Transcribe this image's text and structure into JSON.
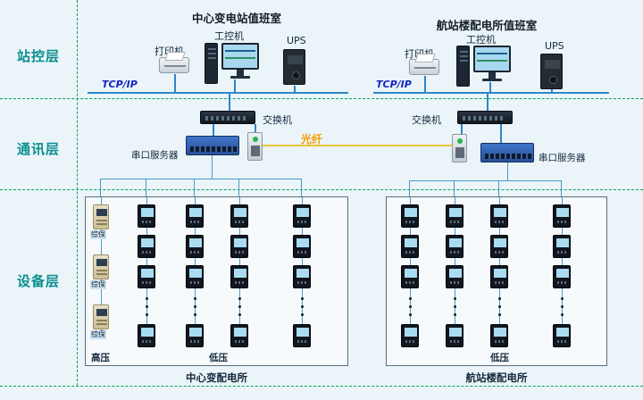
{
  "layers": {
    "station": "站控层",
    "comm": "通讯层",
    "device": "设备层"
  },
  "left_room": {
    "title": "中心变电站值班室",
    "pc_label": "工控机",
    "printer_label": "打印机",
    "ups_label": "UPS",
    "tcpip_label": "TCP/IP",
    "switch_label": "交换机",
    "serial_label": "串口服务器"
  },
  "right_room": {
    "title": "航站楼配电所值班室",
    "pc_label": "工控机",
    "printer_label": "打印机",
    "ups_label": "UPS",
    "tcpip_label": "TCP/IP",
    "switch_label": "交换机",
    "serial_label": "串口服务器"
  },
  "fiber_label": "光纤",
  "left_panel": {
    "hv_label": "高压",
    "lv_label": "低压",
    "caption": "中心变配电所",
    "protection_labels": [
      "综保",
      "综保",
      "综保"
    ]
  },
  "right_panel": {
    "lv_label": "低压",
    "caption": "航站楼配电所"
  },
  "colors": {
    "divider_green": "#00a651",
    "layer_text_teal": "#0b8f8f",
    "tcpip_blue": "#1326c0",
    "fiber_orange": "#f59f00",
    "line_blue": "#4a9ac8"
  }
}
